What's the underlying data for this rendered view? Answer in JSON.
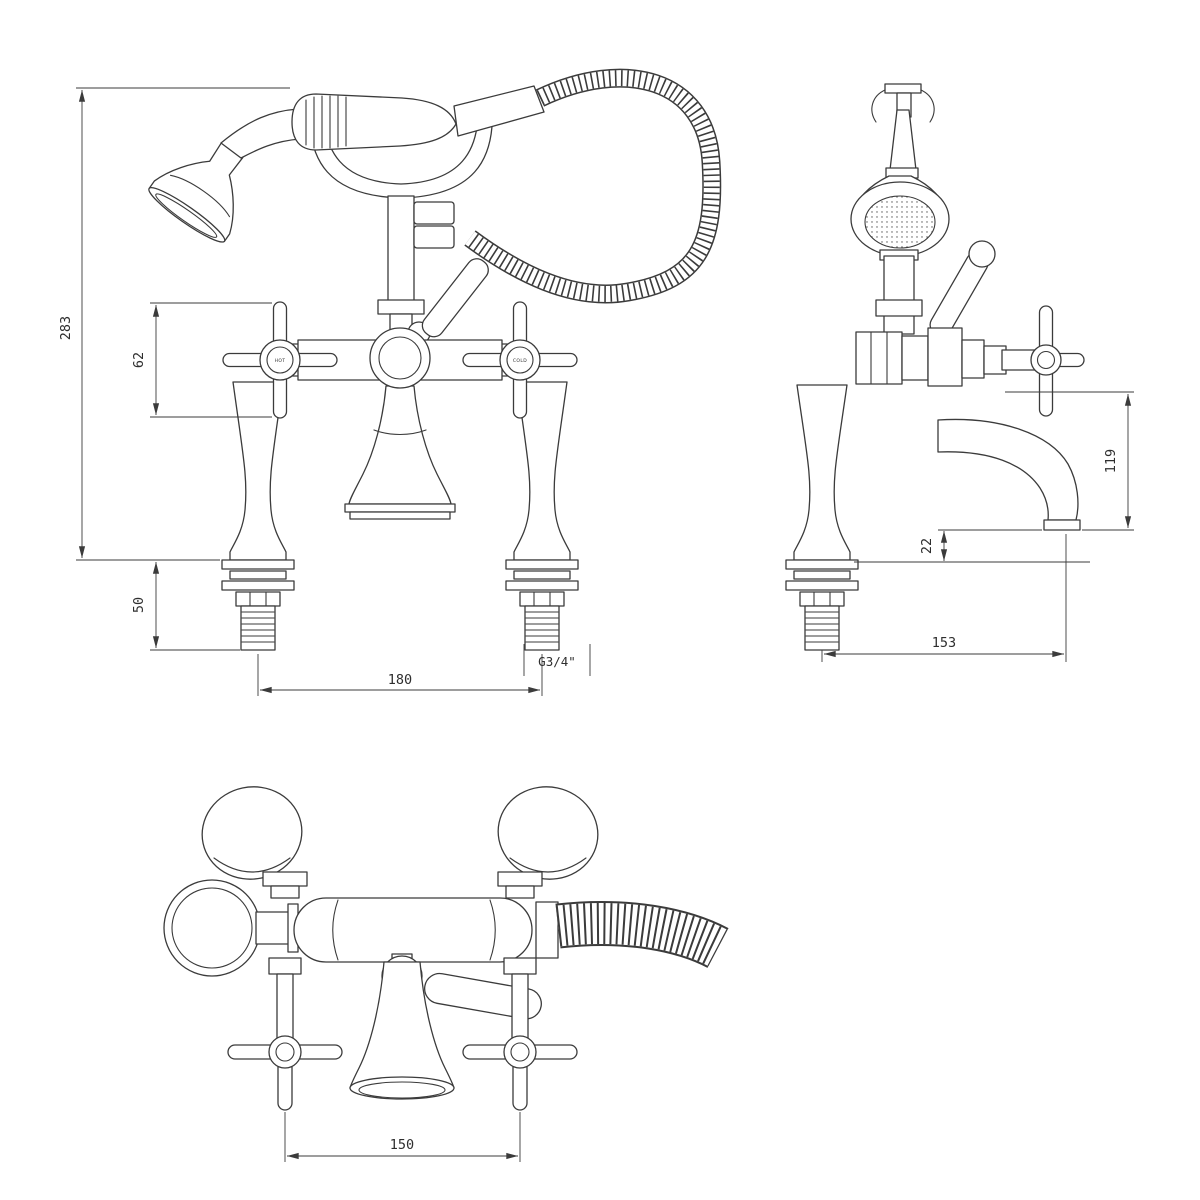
{
  "labels": {
    "hot": "HOT",
    "cold": "COLD"
  },
  "dimensions": {
    "front": {
      "overall_height": "283",
      "handle_height": "62",
      "shank_length": "50",
      "tap_centres": "180",
      "thread_size": "G3/4\""
    },
    "side": {
      "outlet_height": "119",
      "outlet_clearance": "22",
      "spout_projection": "153"
    },
    "plan": {
      "handle_span": "150"
    }
  },
  "colors": {
    "line": "#3b3b3b",
    "background": "#ffffff"
  }
}
